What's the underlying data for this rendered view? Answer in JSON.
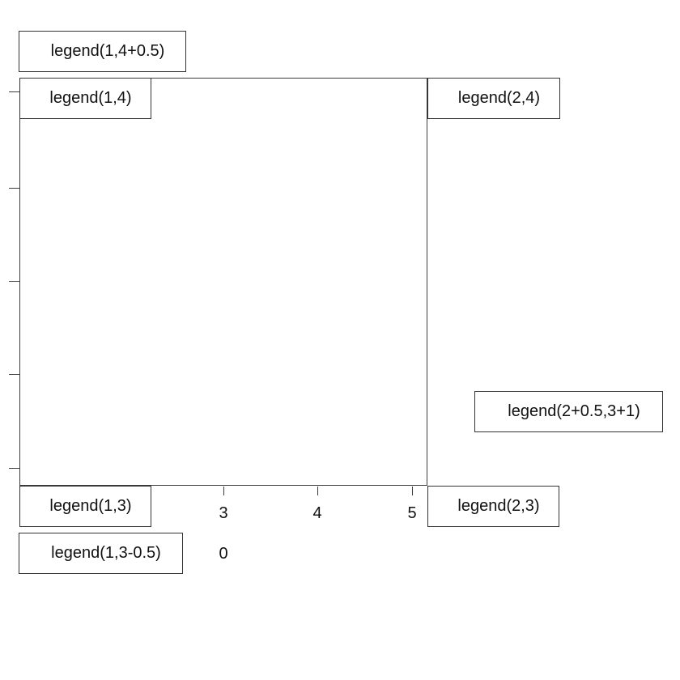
{
  "figure": {
    "background": "#ffffff",
    "line_color": "#3c3c3c",
    "text_color": "#111111"
  },
  "chart_data": {
    "type": "scatter",
    "title": "",
    "xlabel": "",
    "ylabel": "",
    "points": [],
    "grid": "off",
    "x_axis": {
      "tick_labels": [
        "3",
        "4",
        "5"
      ],
      "side": "bottom"
    },
    "y_axis": {
      "tick_count": 5,
      "tick_labels": [
        "",
        "",
        "",
        "",
        ""
      ],
      "side": "left"
    },
    "annotations": [
      {
        "text": "0"
      }
    ],
    "legend_boxes": [
      {
        "label": "legend(1,4+0.5)",
        "anchor": "1,4+0.5"
      },
      {
        "label": "legend(1,4)",
        "anchor": "1,4"
      },
      {
        "label": "legend(2,4)",
        "anchor": "2,4"
      },
      {
        "label": "legend(2+0.5,3+1)",
        "anchor": "2+0.5,3+1"
      },
      {
        "label": "legend(1,3)",
        "anchor": "1,3"
      },
      {
        "label": "legend(2,3)",
        "anchor": "2,3"
      },
      {
        "label": "legend(1,3-0.5)",
        "anchor": "1,3-0.5"
      }
    ]
  }
}
